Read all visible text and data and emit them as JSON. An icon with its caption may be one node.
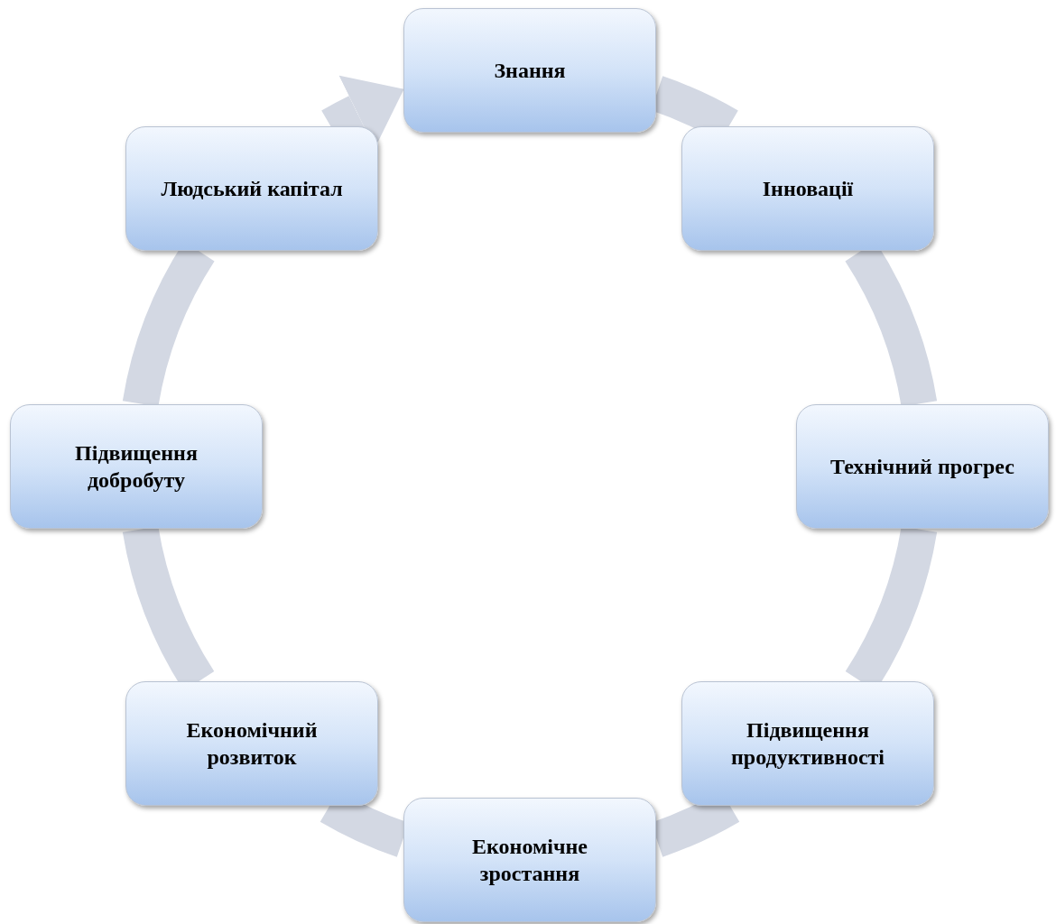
{
  "diagram": {
    "nodes": [
      {
        "text": [
          "Знання"
        ]
      },
      {
        "text": [
          "Інновації"
        ]
      },
      {
        "text": [
          "Технічний прогрес"
        ]
      },
      {
        "text": [
          "Підвищення продуктивності"
        ]
      },
      {
        "text": [
          "Економічне зростання"
        ]
      },
      {
        "text": [
          "Економічний розвиток"
        ]
      },
      {
        "text": [
          "Підвищення добробуту"
        ]
      },
      {
        "text": [
          "Людський капітал"
        ]
      }
    ],
    "edges": [
      {
        "from": 0,
        "to": 1,
        "arrow": "none"
      },
      {
        "from": 1,
        "to": 2,
        "arrow": "none"
      },
      {
        "from": 2,
        "to": 3,
        "arrow": "none"
      },
      {
        "from": 3,
        "to": 4,
        "arrow": "none"
      },
      {
        "from": 4,
        "to": 5,
        "arrow": "none"
      },
      {
        "from": 5,
        "to": 6,
        "arrow": "none"
      },
      {
        "from": 6,
        "to": 7,
        "arrow": "none"
      },
      {
        "from": 7,
        "to": 0,
        "arrow": "to"
      }
    ]
  }
}
